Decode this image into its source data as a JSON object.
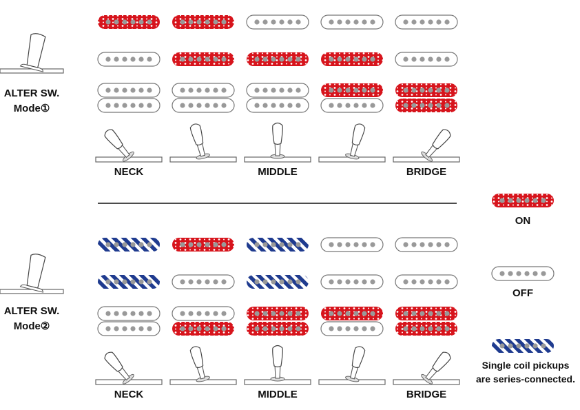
{
  "colors": {
    "on": "#d7141c",
    "series": "#1f3b8f",
    "pole": "#999999",
    "outline": "#777777"
  },
  "positions": [
    "NECK",
    "",
    "MIDDLE",
    "",
    "BRIDGE"
  ],
  "lever_angles_deg": [
    -40,
    -15,
    0,
    15,
    40
  ],
  "modes": [
    {
      "label_line1": "ALTER SW.",
      "label_line2": "Mode①",
      "neck_single": [
        "on",
        "on",
        "off",
        "off",
        "off"
      ],
      "middle_single": [
        "off",
        "on",
        "on",
        "on",
        "off"
      ],
      "humbucker_top": [
        "off",
        "off",
        "off",
        "on",
        "on"
      ],
      "humbucker_bottom": [
        "off",
        "off",
        "off",
        "off",
        "on"
      ]
    },
    {
      "label_line1": "ALTER SW.",
      "label_line2": "Mode②",
      "neck_single": [
        "series",
        "on",
        "series",
        "off",
        "off"
      ],
      "middle_single": [
        "series",
        "off",
        "series",
        "off",
        "off"
      ],
      "humbucker_top": [
        "off",
        "off",
        "on",
        "on",
        "on"
      ],
      "humbucker_bottom": [
        "off",
        "on",
        "on",
        "off",
        "on"
      ]
    }
  ],
  "legend": {
    "on_label": "ON",
    "off_label": "OFF",
    "series_label_line1": "Single coil pickups",
    "series_label_line2": "are series-connected."
  }
}
